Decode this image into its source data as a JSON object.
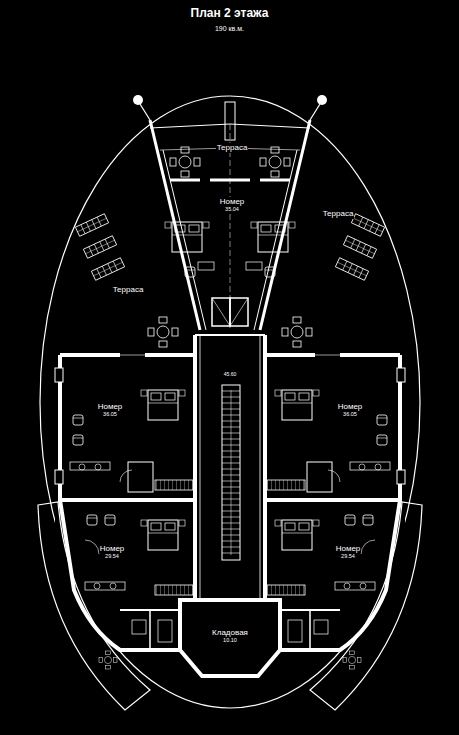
{
  "diagram": {
    "title": "План 2 этажа",
    "caption": "190 кв.м.",
    "nodes": [
      {
        "text": [
          "Терраса"
        ]
      },
      {
        "text": [
          "Номер",
          "35.04"
        ]
      },
      {
        "text": [
          "Терраса"
        ]
      },
      {
        "text": [
          "Терраса"
        ]
      },
      {
        "text": [
          "Номер",
          "36.05"
        ]
      },
      {
        "text": [
          "Номер",
          "36.05"
        ]
      },
      {
        "text": [
          "Номер",
          "29.54"
        ]
      },
      {
        "text": [
          "Номер",
          "29.54"
        ]
      },
      {
        "text": [
          "Кладовая",
          "10.10"
        ]
      }
    ],
    "labels": [
      "45.60"
    ]
  }
}
